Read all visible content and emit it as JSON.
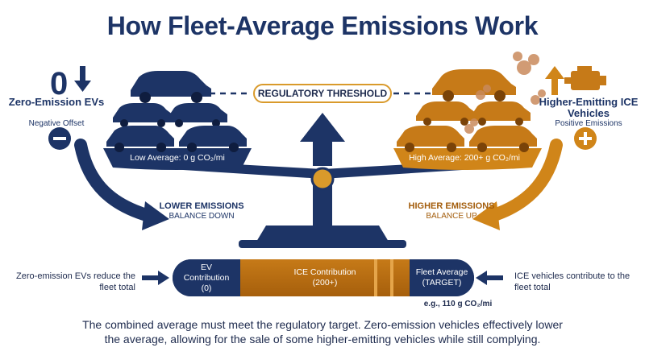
{
  "title": "How Fleet-Average Emissions Work",
  "left": {
    "big_number": "0",
    "label": "Zero-Emission EVs",
    "sub": "Negative Offset",
    "symbol": "−",
    "icon": "down-arrow-icon"
  },
  "right": {
    "label": "Higher-Emitting ICE Vehicles",
    "sub": "Positive Emissions",
    "symbol": "+",
    "icon": "engine-icon"
  },
  "threshold": "REGULATORY THRESHOLD",
  "low_pan": "Low Average: 0 g CO₂/mi",
  "high_pan": "High Average: 200+ g CO₂/mi",
  "lower": {
    "title": "LOWER EMISSIONS",
    "sub": "BALANCE DOWN"
  },
  "higher": {
    "title": "HIGHER EMISSIONS",
    "sub": "BALANCE UP"
  },
  "bar": {
    "ev_line1": "EV",
    "ev_line2": "Contribution",
    "ev_line3": "(0)",
    "ice_line1": "ICE Contribution",
    "ice_line2": "(200+)",
    "fleet_line1": "Fleet Average",
    "fleet_line2": "(TARGET)"
  },
  "note_left": "Zero-emission EVs reduce the fleet total",
  "note_right": "ICE vehicles contribute to the fleet total",
  "example": "e.g., 110 g CO₂/mi",
  "footer_line1": "The combined average must meet the regulatory target. Zero-emission vehicles effectively lower",
  "footer_line2": "the average, allowing for the sale of some higher-emitting vehicles while still complying.",
  "colors": {
    "navy": "#1d3466",
    "orange": "#c67a18",
    "smoke": "#c98a5c"
  }
}
